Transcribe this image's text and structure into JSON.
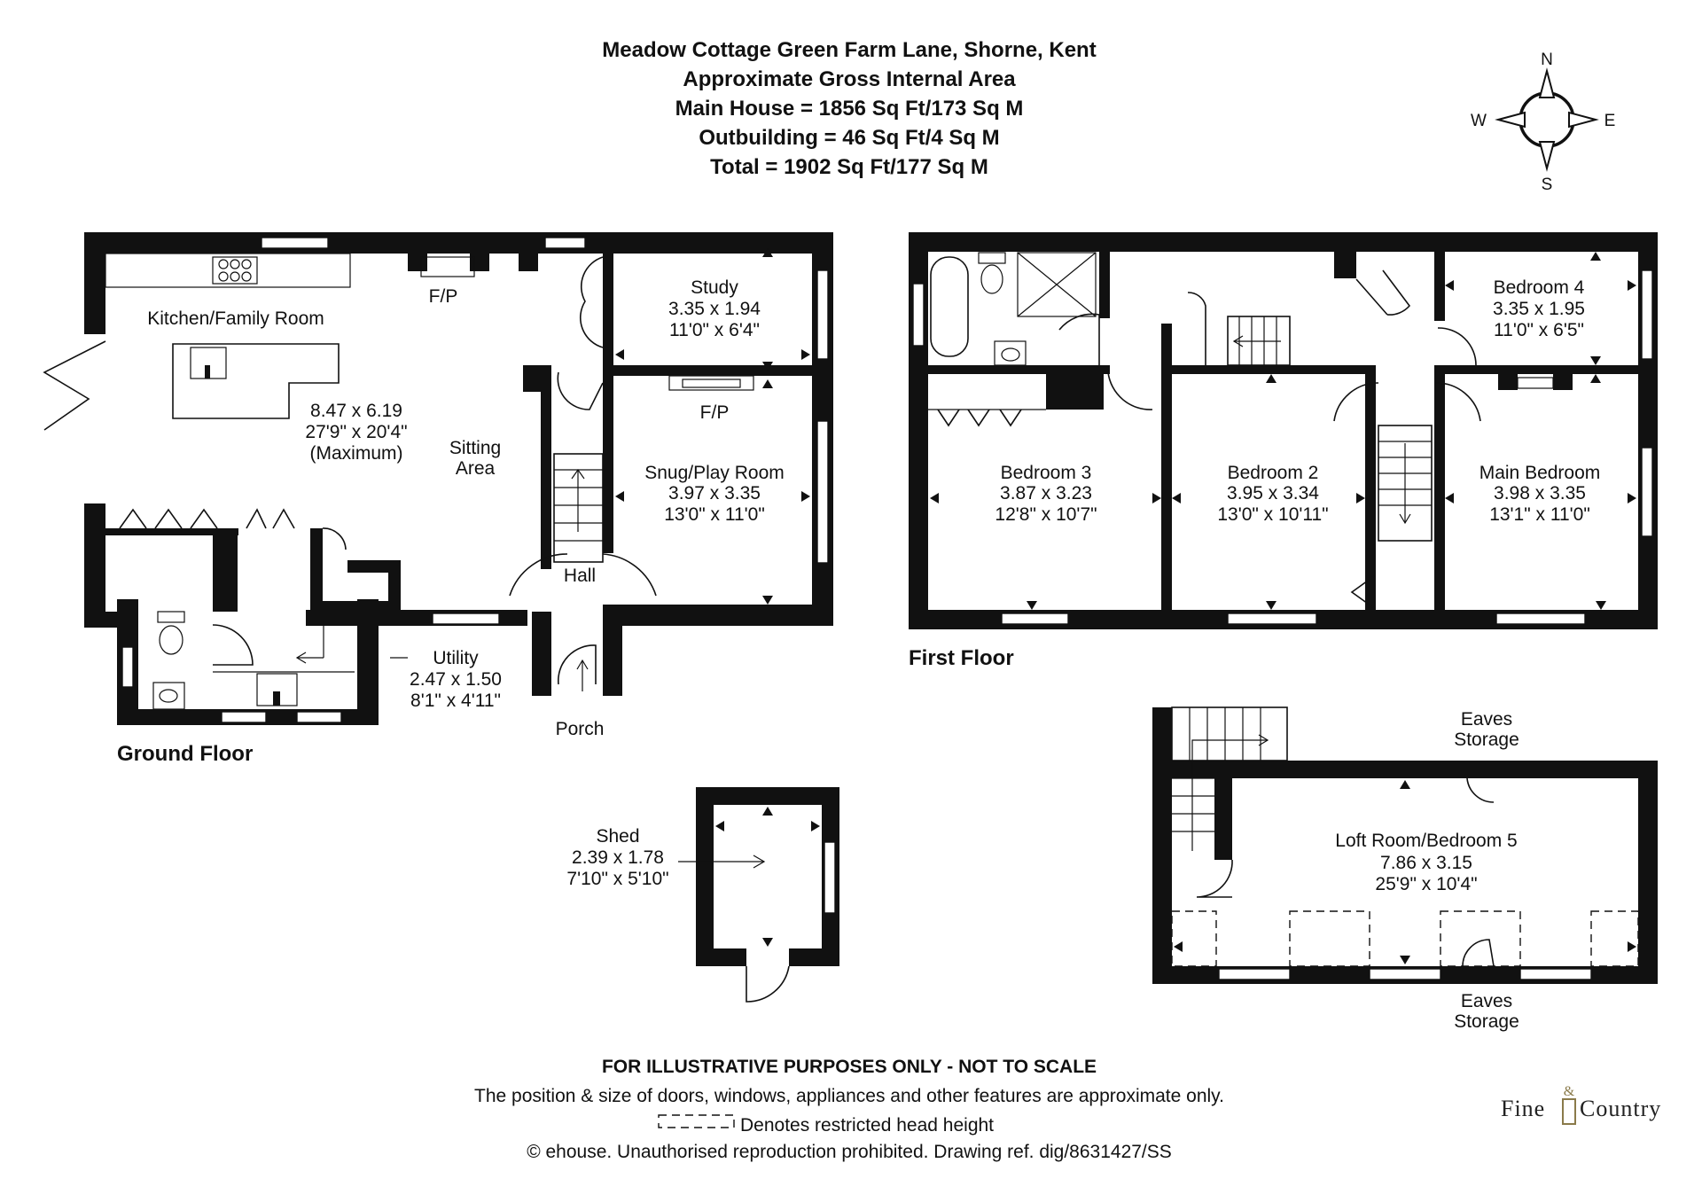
{
  "header": {
    "title": "Meadow Cottage Green Farm Lane, Shorne, Kent",
    "line1": "Approximate Gross Internal Area",
    "line2": "Main House = 1856 Sq Ft/173 Sq M",
    "line3": "Outbuilding = 46 Sq Ft/4 Sq M",
    "line4": "Total = 1902 Sq Ft/177 Sq M"
  },
  "compass": {
    "n": "N",
    "s": "S",
    "e": "E",
    "w": "W"
  },
  "floors": {
    "ground": "Ground Floor",
    "first": "First Floor"
  },
  "rooms": {
    "kitchen": {
      "name": "Kitchen/Family Room",
      "metric": "8.47 x 6.19",
      "imperial": "27'9\" x 20'4\"",
      "note": "(Maximum)"
    },
    "study": {
      "name": "Study",
      "metric": "3.35 x 1.94",
      "imperial": "11'0\" x 6'4\""
    },
    "snug": {
      "name": "Snug/Play Room",
      "metric": "3.97 x 3.35",
      "imperial": "13'0\" x 11'0\""
    },
    "sitting": {
      "line1": "Sitting",
      "line2": "Area"
    },
    "hall": {
      "name": "Hall"
    },
    "porch": {
      "name": "Porch"
    },
    "utility": {
      "name": "Utility",
      "metric": "2.47 x 1.50",
      "imperial": "8'1\" x 4'11\""
    },
    "fp1": "F/P",
    "fp2": "F/P",
    "bedroom4": {
      "name": "Bedroom 4",
      "metric": "3.35 x 1.95",
      "imperial": "11'0\" x 6'5\""
    },
    "bedroom3": {
      "name": "Bedroom 3",
      "metric": "3.87 x 3.23",
      "imperial": "12'8\" x 10'7\""
    },
    "bedroom2": {
      "name": "Bedroom 2",
      "metric": "3.95 x 3.34",
      "imperial": "13'0\" x 10'11\""
    },
    "main_bedroom": {
      "name": "Main Bedroom",
      "metric": "3.98 x 3.35",
      "imperial": "13'1\" x 11'0\""
    },
    "loft": {
      "name": "Loft Room/Bedroom 5",
      "metric": "7.86 x 3.15",
      "imperial": "25'9\" x 10'4\""
    },
    "eaves_top": {
      "line1": "Eaves",
      "line2": "Storage"
    },
    "eaves_bottom": {
      "line1": "Eaves",
      "line2": "Storage"
    },
    "shed": {
      "name": "Shed",
      "metric": "2.39 x 1.78",
      "imperial": "7'10\" x 5'10\""
    }
  },
  "footer": {
    "disclaimer": "FOR ILLUSTRATIVE PURPOSES ONLY - NOT TO SCALE",
    "position_note": "The position & size of doors, windows, appliances and other features are approximate only.",
    "legend": "Denotes restricted head height",
    "copyright": "© ehouse. Unauthorised reproduction prohibited. Drawing ref. dig/8631427/SS"
  },
  "logo": {
    "left": "Fine",
    "amp": "&",
    "right": "Country"
  }
}
